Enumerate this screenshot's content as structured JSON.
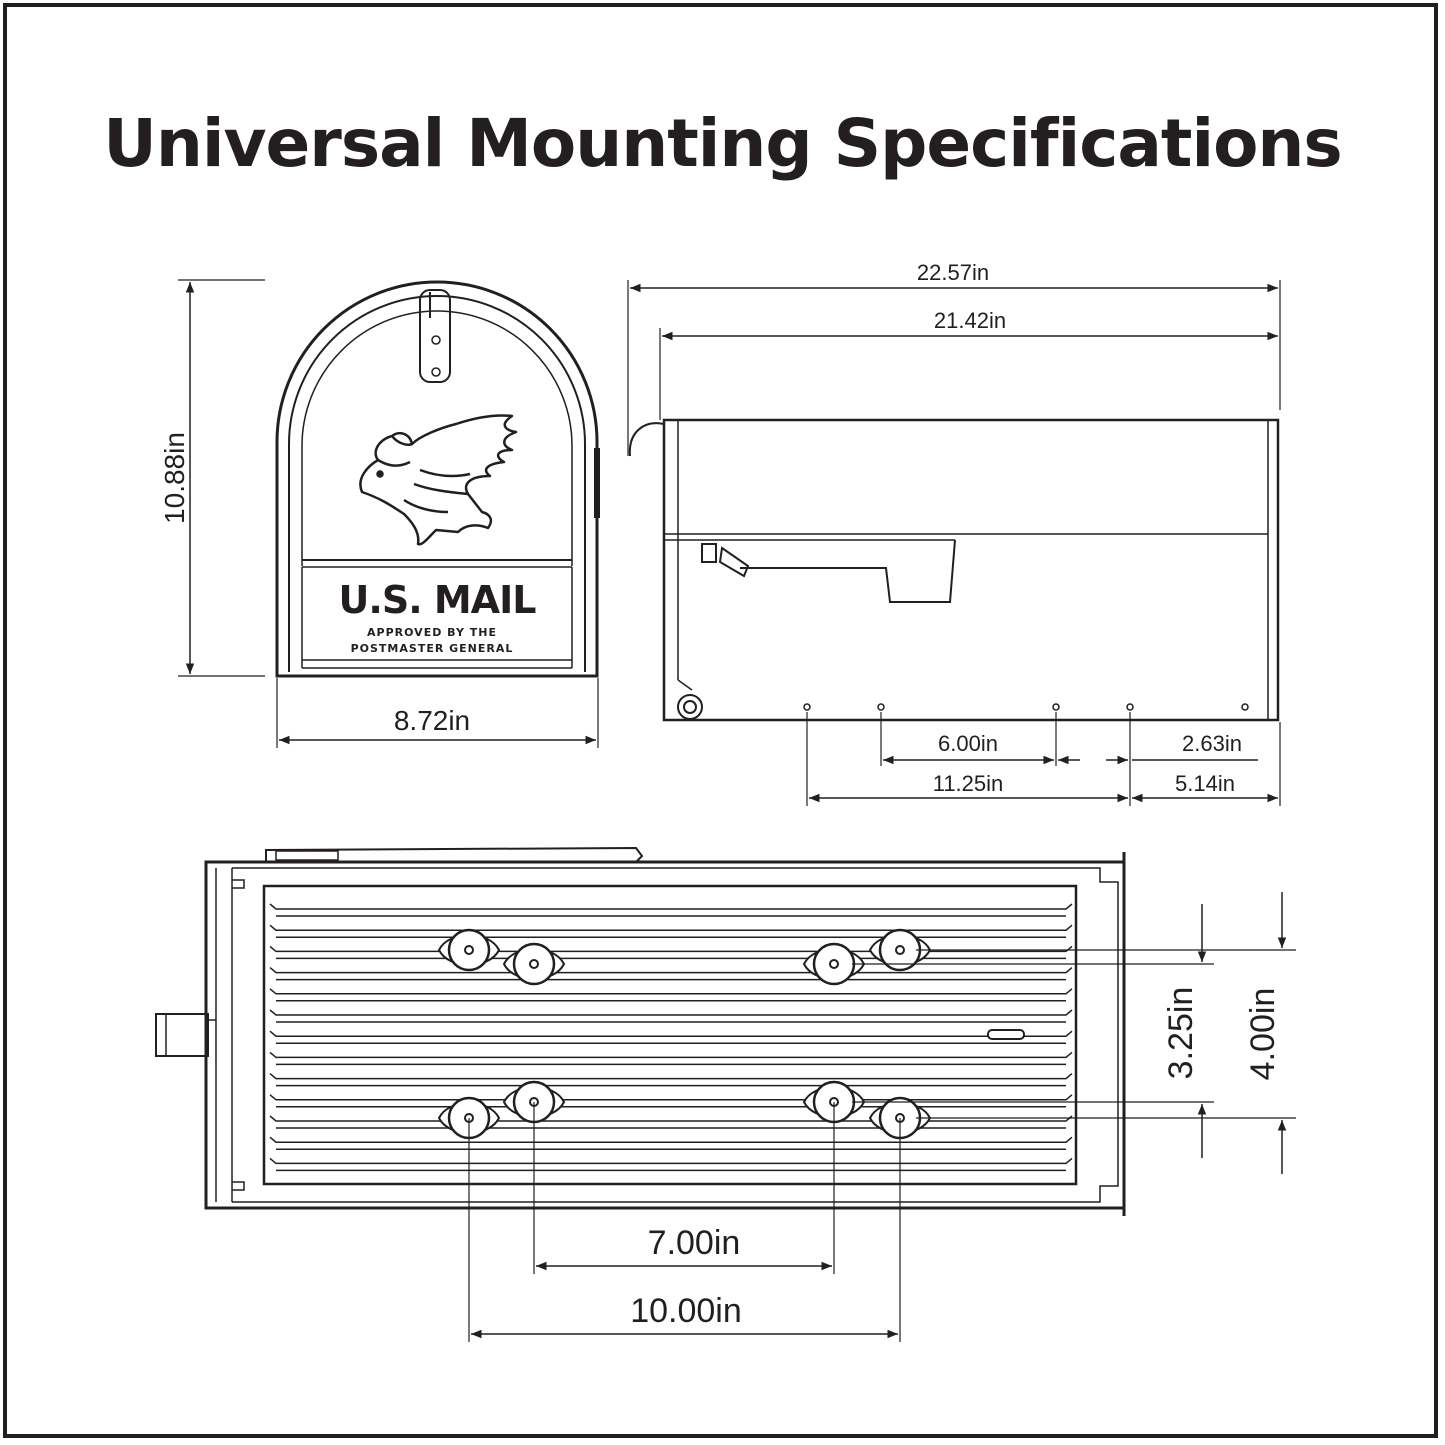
{
  "title": "Universal Mounting Specifications",
  "front_view": {
    "height_label": "10.88in",
    "width_label": "8.72in",
    "door_text": "U.S. MAIL",
    "door_subtext_1": "APPROVED BY THE",
    "door_subtext_2": "POSTMASTER GENERAL",
    "emblem": "eagle-icon"
  },
  "side_view": {
    "total_length_label": "22.57in",
    "body_length_label": "21.42in",
    "dim_6": "6.00in",
    "dim_263": "2.63in",
    "dim_1125": "11.25in",
    "dim_514": "5.14in"
  },
  "bottom_view": {
    "dim_325": "3.25in",
    "dim_400": "4.00in",
    "dim_700": "7.00in",
    "dim_1000": "10.00in"
  },
  "colors": {
    "line": "#231f20",
    "background": "#ffffff"
  }
}
